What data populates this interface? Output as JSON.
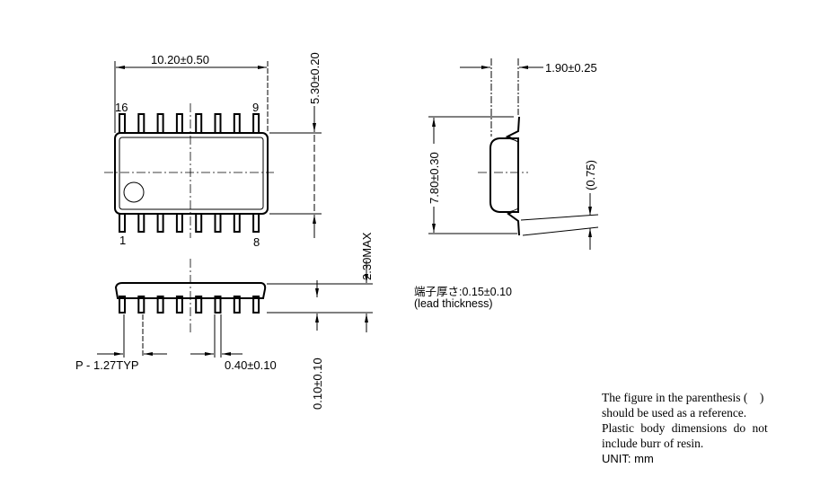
{
  "top_view": {
    "width_dim": "10.20±0.50",
    "height_dim": "5.30±0.20",
    "pin_labels": {
      "pin16": "16",
      "pin9": "9",
      "pin1": "1",
      "pin8": "8"
    }
  },
  "front_view": {
    "max_height_dim": "2.30MAX",
    "standoff_dim": "0.10±0.10",
    "pitch_dim": "P - 1.27TYP",
    "lead_width_dim": "0.40±0.10"
  },
  "side_view": {
    "body_thickness_dim": "1.90±0.25",
    "overall_width_dim": "7.80±0.30",
    "lead_length_dim": "(0.75)"
  },
  "lead_note": {
    "line1": "端子厚さ:0.15±0.10",
    "line2": "(lead thickness)"
  },
  "notes": {
    "line1": "The figure in the parenthesis (    )",
    "line2": "should be used as a reference.",
    "line3": "Plastic body dimensions do not",
    "line4": "include burr of resin.",
    "unit": "UNIT: mm"
  }
}
